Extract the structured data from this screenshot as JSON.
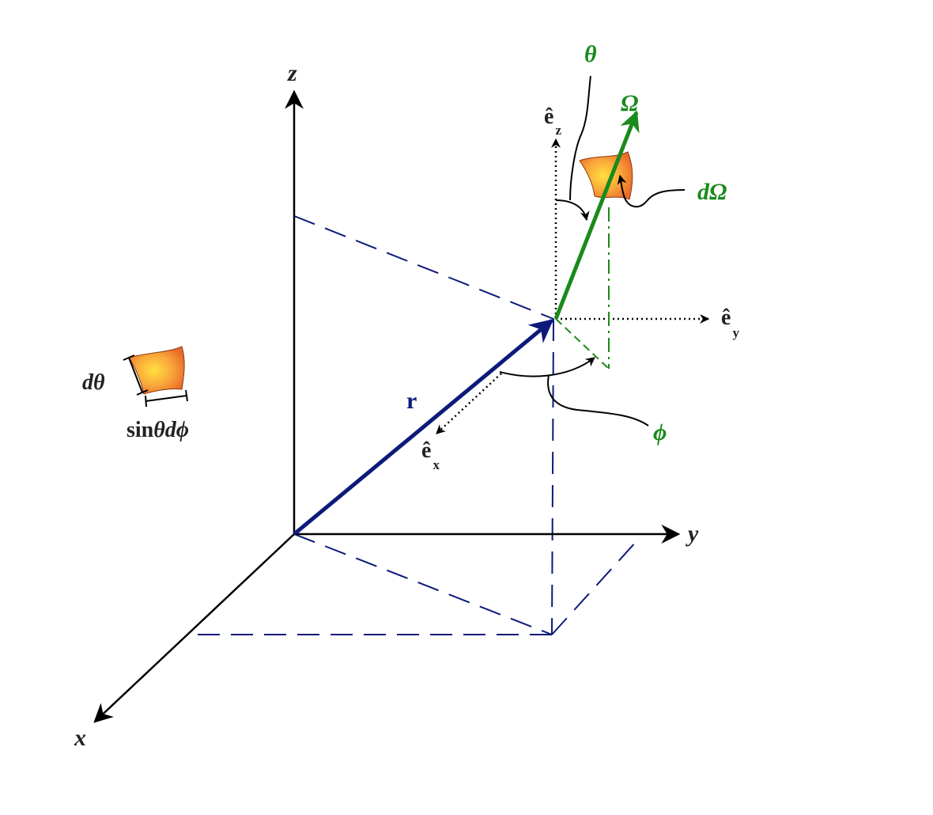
{
  "axes": {
    "x_label": "x",
    "y_label": "y",
    "z_label": "z"
  },
  "vectors": {
    "position_label": "r",
    "direction_label": "Ω"
  },
  "local_frame": {
    "ex_hat": "ê",
    "ex_sub": "x",
    "ey_hat": "ê",
    "ey_sub": "y",
    "ez_hat": "ê",
    "ez_sub": "z"
  },
  "angles": {
    "theta_label": "θ",
    "phi_label": "ϕ",
    "solid_angle_label": "dΩ"
  },
  "inset": {
    "dtheta_label": "dθ",
    "width_label_sin": "sin",
    "width_label_theta": "θ",
    "width_label_dphi": "dϕ"
  },
  "colors": {
    "position_vector": "#0d1a7a",
    "direction_vector": "#1a8a1a",
    "axes": "#000000",
    "projection_lines": "#0d1a7a",
    "patch_outer": "#f07a2a",
    "patch_inner": "#ffe040"
  }
}
